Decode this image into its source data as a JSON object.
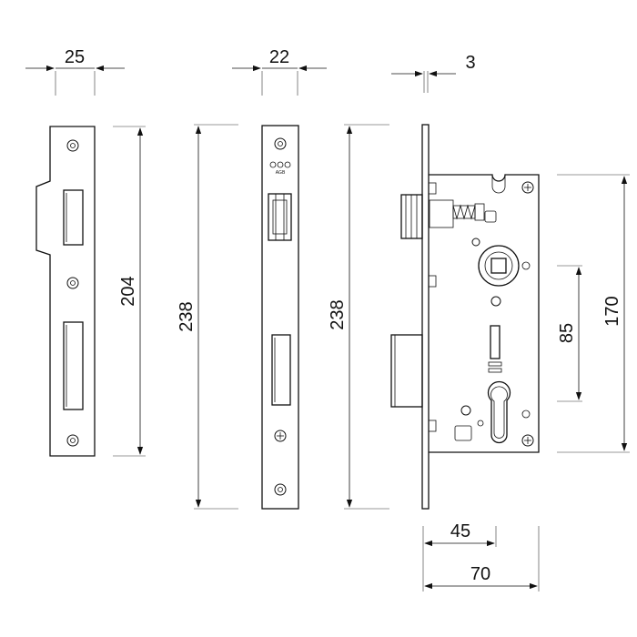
{
  "dimensions": {
    "strike_width": "25",
    "strike_height": "204",
    "faceplate_width": "22",
    "faceplate_height": "238",
    "lock_height": "238",
    "faceplate_thickness": "3",
    "backset": "45",
    "case_depth": "70",
    "spindle_to_cylinder": "85",
    "case_height": "170"
  },
  "faceplate_mark": "AGB"
}
